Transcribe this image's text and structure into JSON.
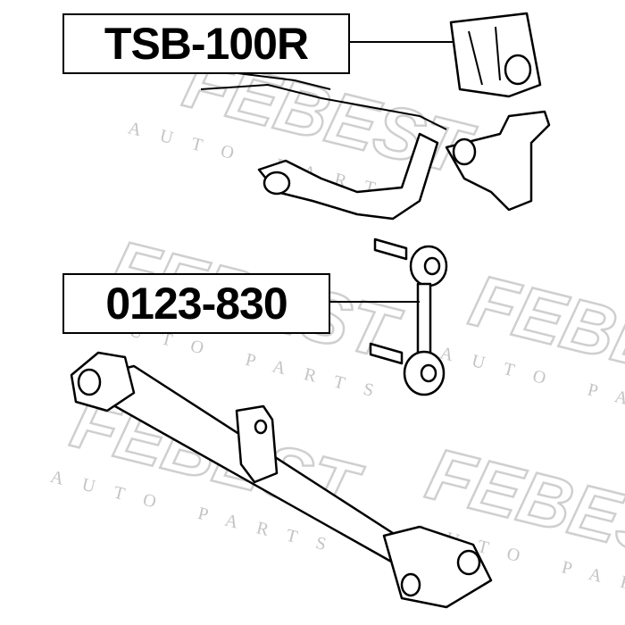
{
  "labels": {
    "part1": "TSB-100R",
    "part2": "0123-830"
  },
  "watermark": {
    "brand": "FEBEST",
    "tagline": "AUTO PARTS"
  }
}
